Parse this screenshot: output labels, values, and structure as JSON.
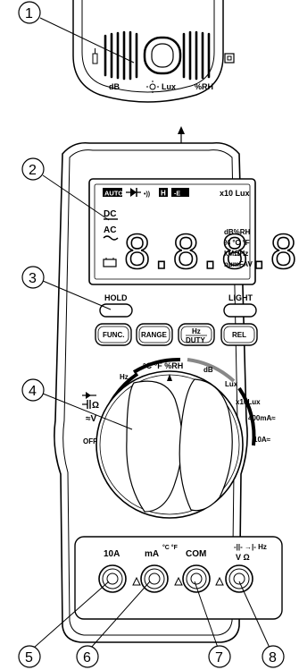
{
  "sensor_head": {
    "labels": [
      "dB",
      "Lux",
      "%RH"
    ]
  },
  "callouts": [
    "1",
    "2",
    "3",
    "4",
    "5",
    "6",
    "7",
    "8"
  ],
  "lcd": {
    "top_row": [
      "AUTO",
      "→|",
      "•))",
      "H",
      "-E"
    ],
    "zoom": "x10 Lux",
    "left_modes": [
      "DC",
      "AC"
    ],
    "right_units": [
      "dB%RH",
      "% °C °F",
      "kMΩHz",
      "nμmFAV"
    ],
    "digits": "8.8.8.8"
  },
  "buttons": {
    "hold": "HOLD",
    "light": "LIGHT",
    "func": "FUNC.",
    "range": "RANGE",
    "hz_top": "Hz",
    "hz_bottom": "DUTY",
    "rel": "REL"
  },
  "dial": {
    "off": "OFF",
    "v": "≈V",
    "ohm": "Ω",
    "hz": "Hz",
    "temp": "°C °F %RH",
    "db": "dB",
    "lux": "Lux",
    "x10lux": "x10Lux",
    "ma": "400mA≈",
    "a10": "10A≈"
  },
  "jacks": {
    "a10": "10A",
    "ma": "mA",
    "ma_suffix": "°C °F",
    "com": "COM",
    "v_top": "-||- →|- Hz",
    "v_bottom": "V  Ω"
  }
}
